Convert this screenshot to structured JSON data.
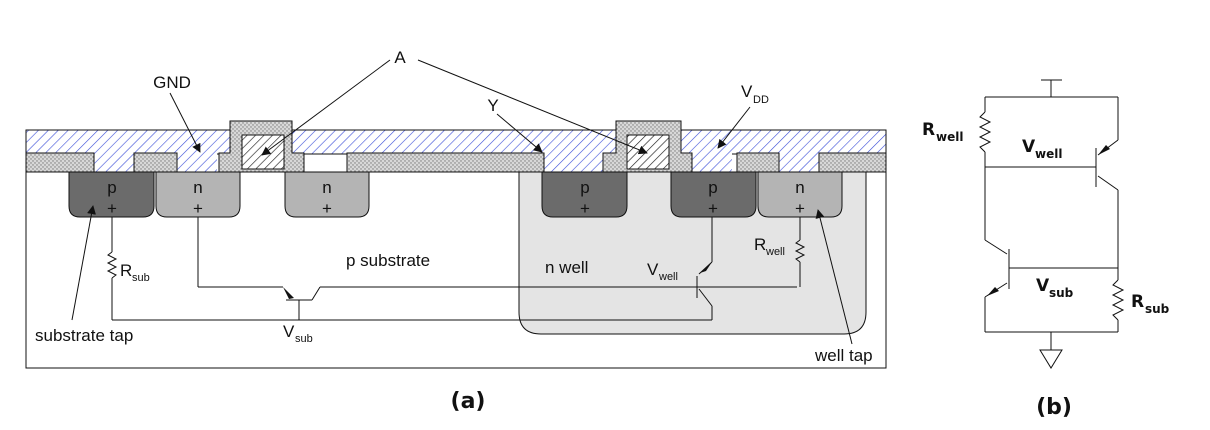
{
  "figure_a": {
    "callout_A": "A",
    "gnd": "GND",
    "vdd": "V",
    "vdd_sub": "DD",
    "y": "Y",
    "p": "p",
    "n": "n",
    "plus": "+",
    "r_sub": "R",
    "r_sub_sub": "sub",
    "p_substrate": "p substrate",
    "n_well": "n well",
    "v_well": "V",
    "v_well_sub": "well",
    "r_well": "R",
    "r_well_sub": "well",
    "substrate_tap": "substrate tap",
    "v_sub": "V",
    "v_sub_sub": "sub",
    "well_tap": "well tap",
    "caption": "(a)"
  },
  "figure_b": {
    "r_well": "R",
    "r_well_sub": "well",
    "v_well": "V",
    "v_well_sub": "well",
    "v_sub": "V",
    "v_sub_sub": "sub",
    "r_sub": "R",
    "r_sub_sub": "sub",
    "caption": "(b)"
  },
  "colors": {
    "metal_hatch": "#3b4ed8",
    "oxide_dots": "#c8c8c8",
    "p_diffusion": "#6b6b6b",
    "n_diffusion": "#b4b4b4",
    "n_well": "#e4e4e4"
  }
}
